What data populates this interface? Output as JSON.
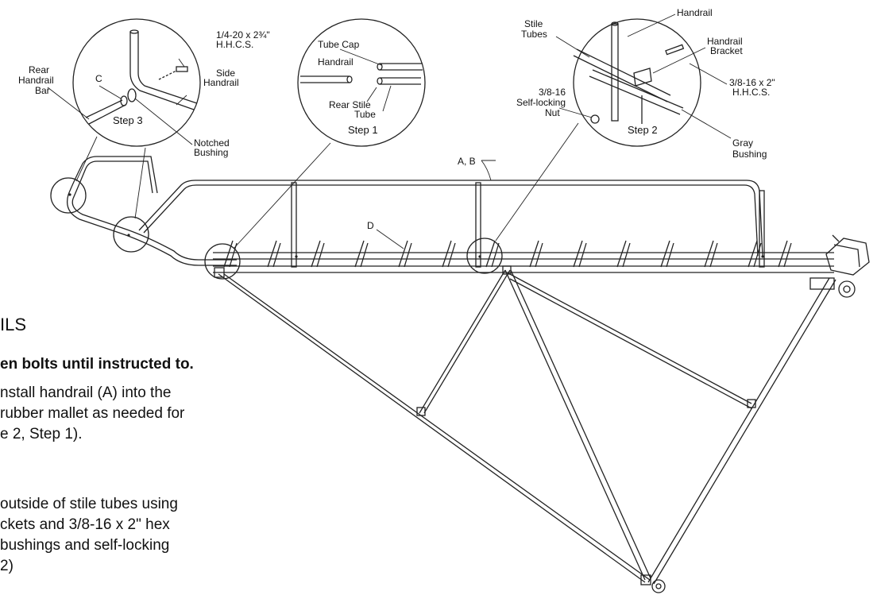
{
  "text": {
    "heading": "ILS",
    "warning": "en bolts until instructed to.",
    "para1": [
      "nstall handrail (A) into the",
      "rubber mallet as needed for",
      "e 2, Step 1)."
    ],
    "para2": [
      "outside of stile tubes using",
      "ckets and 3/8-16 x 2\" hex",
      "bushings and self-locking",
      "2)"
    ]
  },
  "callouts": {
    "step3": {
      "title": "Step 3",
      "rear_handrail_bar": [
        "Rear",
        "Handrail",
        "Bar"
      ],
      "c": "C",
      "bolt": [
        "1/4-20 x 2¾\"",
        "H.H.C.S."
      ],
      "side_handrail": [
        "Side",
        "Handrail"
      ],
      "notched_bushing": [
        "Notched",
        "Bushing"
      ]
    },
    "step1": {
      "title": "Step 1",
      "tube_cap": "Tube Cap",
      "handrail": "Handrail",
      "rear_stile_tube": [
        "Rear Stile",
        "Tube"
      ]
    },
    "step2": {
      "title": "Step 2",
      "stile_tubes": [
        "Stile",
        "Tubes"
      ],
      "handrail": "Handrail",
      "handrail_bracket": [
        "Handrail",
        "Bracket"
      ],
      "nut": [
        "3/8-16",
        "Self-locking",
        "Nut"
      ],
      "bolt": [
        "3/8-16 x 2\"",
        "H.H.C.S."
      ],
      "gray_bushing": [
        "Gray",
        "Bushing"
      ]
    }
  },
  "labels": {
    "ab": "A, B",
    "d": "D"
  }
}
